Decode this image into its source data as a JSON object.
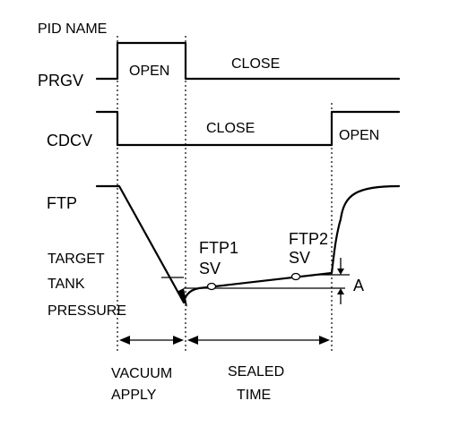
{
  "labels": {
    "pid_name": "PID NAME",
    "prgv": "PRGV",
    "cdcv": "CDCV",
    "ftp": "FTP",
    "target_line1": "TARGET",
    "target_line2": "TANK",
    "target_line3": "PRESSURE"
  },
  "prgv_states": {
    "open": "OPEN",
    "close": "CLOSE"
  },
  "cdcv_states": {
    "close": "CLOSE",
    "open": "OPEN"
  },
  "ftp_points": {
    "ftp1": "FTP1",
    "ftp1_sv": "SV",
    "ftp2": "FTP2",
    "ftp2_sv": "SV",
    "delta": "A"
  },
  "phases": {
    "vacuum_line1": "VACUUM",
    "vacuum_line2": "APPLY",
    "sealed_line1": "SEALED",
    "sealed_line2": "TIME"
  }
}
